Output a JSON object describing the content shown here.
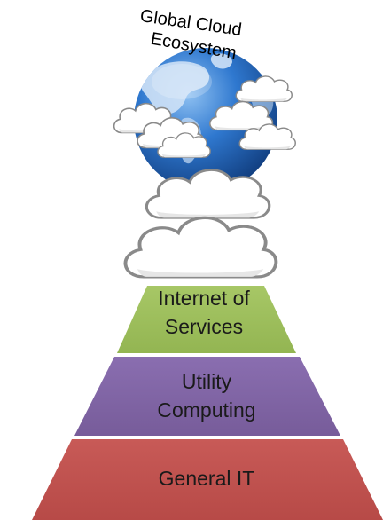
{
  "title": {
    "line1": "Global Cloud",
    "line2": "Ecosystem"
  },
  "tiers": [
    {
      "id": "internet-of-services",
      "lines": [
        "Internet of",
        "Services"
      ],
      "color": "#9bbb59"
    },
    {
      "id": "utility-computing",
      "lines": [
        "Utility",
        "Computing"
      ],
      "color": "#8064a2"
    },
    {
      "id": "general-it",
      "lines": [
        "General IT"
      ],
      "color": "#c0504d"
    }
  ],
  "globe": {
    "ocean_color": "#2a6fc4",
    "land_color": "#cfe2f7",
    "icon": "globe-icon"
  },
  "clouds": {
    "fill": "#ffffff",
    "outline": "#8a8a8a",
    "icon": "cloud-icon"
  }
}
